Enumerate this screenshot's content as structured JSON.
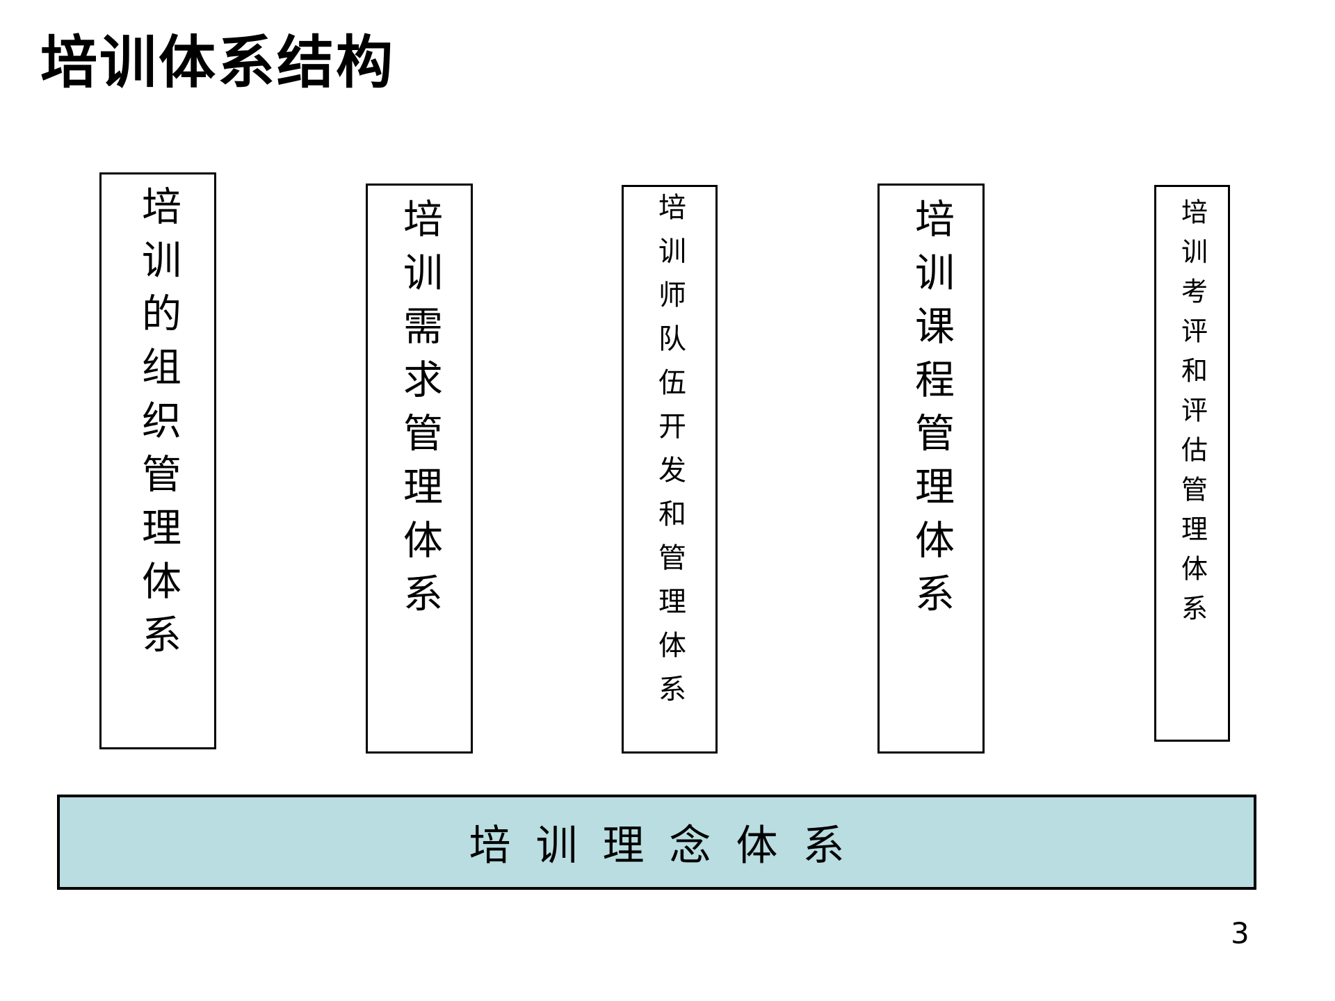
{
  "slide": {
    "title": "培训体系结构",
    "page_number": "3",
    "colors": {
      "background": "#ffffff",
      "box_fill": "#ffffff",
      "box_border": "#000000",
      "text": "#000000",
      "base_bar_fill": "#b9dde1"
    }
  },
  "pillars": [
    {
      "id": "training-organization-management",
      "label": "培训的组织管理体系"
    },
    {
      "id": "training-needs-management",
      "label": "培训需求管理体系"
    },
    {
      "id": "trainer-team-development-and-management",
      "label": "培训师队伍开发和管理体系"
    },
    {
      "id": "training-course-management",
      "label": "培训课程管理体系"
    },
    {
      "id": "training-assessment-and-evaluation-management",
      "label": "培训考评和评估管理体系"
    }
  ],
  "base_bar": {
    "label": "培训理念体系"
  }
}
